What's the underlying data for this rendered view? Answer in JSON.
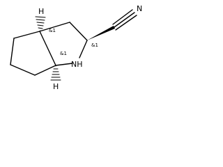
{
  "molecule": {
    "atoms": {
      "nitrogen_triple": "N",
      "nitrogen_ring": "NH",
      "hydrogen_top": "H",
      "hydrogen_bottom": "H"
    },
    "stereo_labels": {
      "top_junction": "&1",
      "nitrile_carbon": "&1",
      "bottom_junction": "&1"
    }
  }
}
